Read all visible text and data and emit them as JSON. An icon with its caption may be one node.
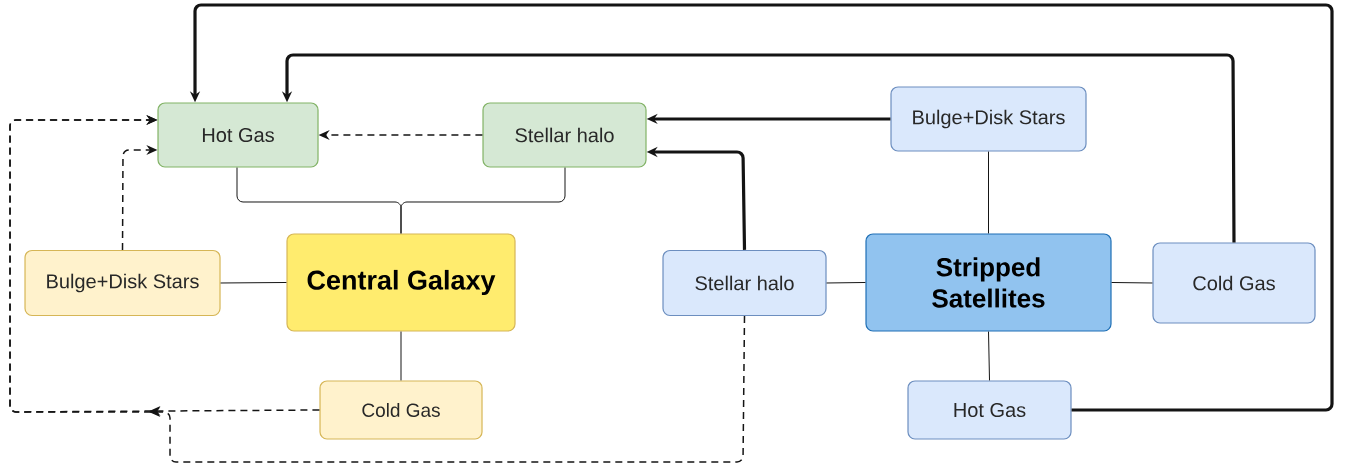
{
  "diagram": {
    "nodes": [
      {
        "text": [
          "Hot Gas"
        ]
      },
      {
        "text": [
          "Stellar halo"
        ]
      },
      {
        "text": [
          "Bulge+Disk Stars"
        ]
      },
      {
        "text": [
          "Bulge+Disk Stars"
        ]
      },
      {
        "text": [
          "Central Galaxy"
        ]
      },
      {
        "text": [
          "Stellar halo"
        ]
      },
      {
        "text": [
          "Stripped Satellites"
        ]
      },
      {
        "text": [
          "Cold Gas"
        ]
      },
      {
        "text": [
          "Cold Gas"
        ]
      },
      {
        "text": [
          "Hot Gas"
        ]
      }
    ],
    "edges": [
      {
        "from": 4,
        "to": 0,
        "arrow": "none"
      },
      {
        "from": 4,
        "to": 1,
        "arrow": "none"
      },
      {
        "from": 4,
        "to": 3,
        "arrow": "none"
      },
      {
        "from": 4,
        "to": 8,
        "arrow": "none"
      },
      {
        "from": 6,
        "to": 2,
        "arrow": "none"
      },
      {
        "from": 6,
        "to": 5,
        "arrow": "none"
      },
      {
        "from": 6,
        "to": 7,
        "arrow": "none"
      },
      {
        "from": 6,
        "to": 9,
        "arrow": "none"
      },
      {
        "from": 1,
        "to": 0,
        "arrow": "to",
        "style": "dashed"
      },
      {
        "from": 2,
        "to": 1,
        "arrow": "to",
        "style": "thick"
      },
      {
        "from": 5,
        "to": 1,
        "arrow": "to",
        "style": "thick"
      },
      {
        "from": 3,
        "to": 0,
        "arrow": "to",
        "style": "dashed"
      },
      {
        "from": 8,
        "to": 0,
        "arrow": "to",
        "style": "dashed"
      },
      {
        "from": 5,
        "to": 0,
        "arrow": "to",
        "style": "dashed"
      },
      {
        "from": 7,
        "to": 0,
        "arrow": "to",
        "style": "thick"
      },
      {
        "from": 9,
        "to": 0,
        "arrow": "to",
        "style": "thick"
      }
    ]
  }
}
